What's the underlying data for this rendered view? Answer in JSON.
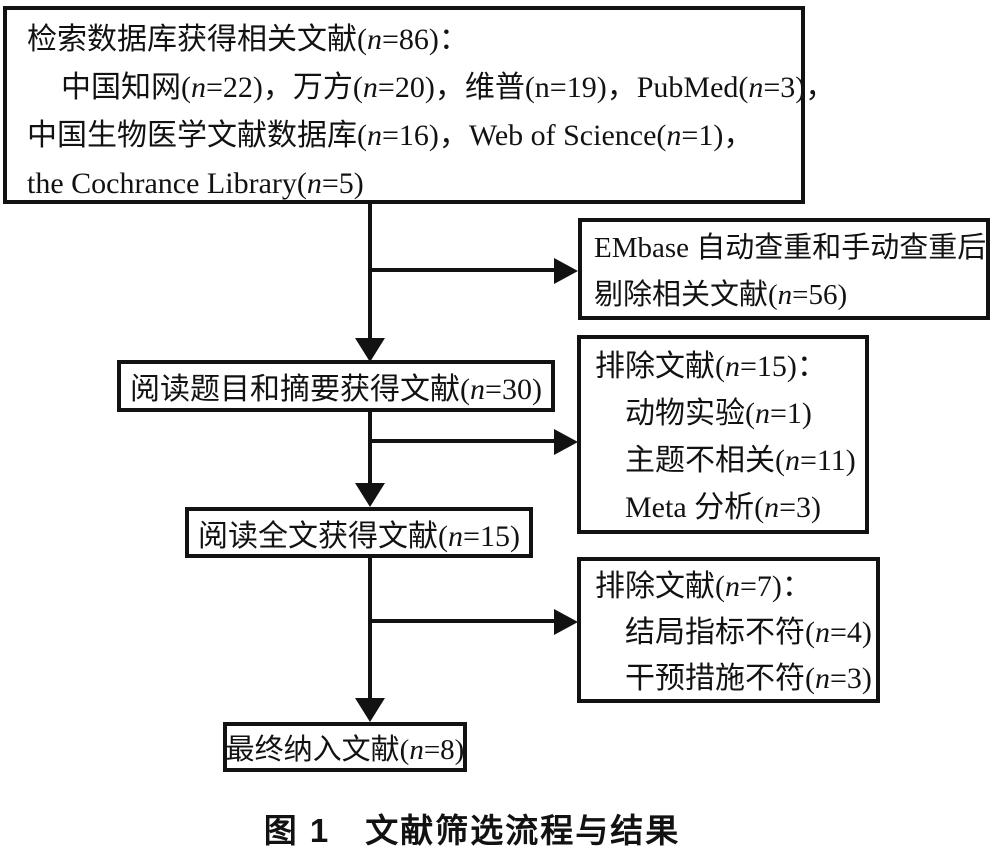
{
  "colors": {
    "ink": "#121212",
    "background": "#ffffff"
  },
  "figure": {
    "caption": "图 1　文献筛选流程与结果"
  },
  "boxes": {
    "search": {
      "lines": [
        "检索数据库获得相关文献(*n*=86)：",
        "中国知网(*n*=22)，万方(*n*=20)，维普(n=19)，PubMed(*n*=3)，",
        "中国生物医学文献数据库(*n*=16)，Web of Science(*n*=1)，",
        "the Cochrance Library(*n*=5)"
      ]
    },
    "dedup": {
      "lines": [
        "EMbase 自动查重和手动查重后",
        "剔除相关文献(*n*=56)"
      ]
    },
    "title_abstract": {
      "label": "阅读题目和摘要获得文献(*n*=30)"
    },
    "exclusion_screen": {
      "lines": [
        "排除文献(*n*=15)：",
        "动物实验(*n*=1)",
        "主题不相关(*n*=11)",
        "Meta 分析(*n*=3)"
      ]
    },
    "fulltext": {
      "label": "阅读全文获得文献(*n*=15)"
    },
    "exclusion_fulltext": {
      "lines": [
        "排除文献(*n*=7)：",
        "结局指标不符(*n*=4)",
        "干预措施不符(*n*=3)"
      ]
    },
    "final": {
      "label": "最终纳入文献(*n*=8)"
    }
  }
}
